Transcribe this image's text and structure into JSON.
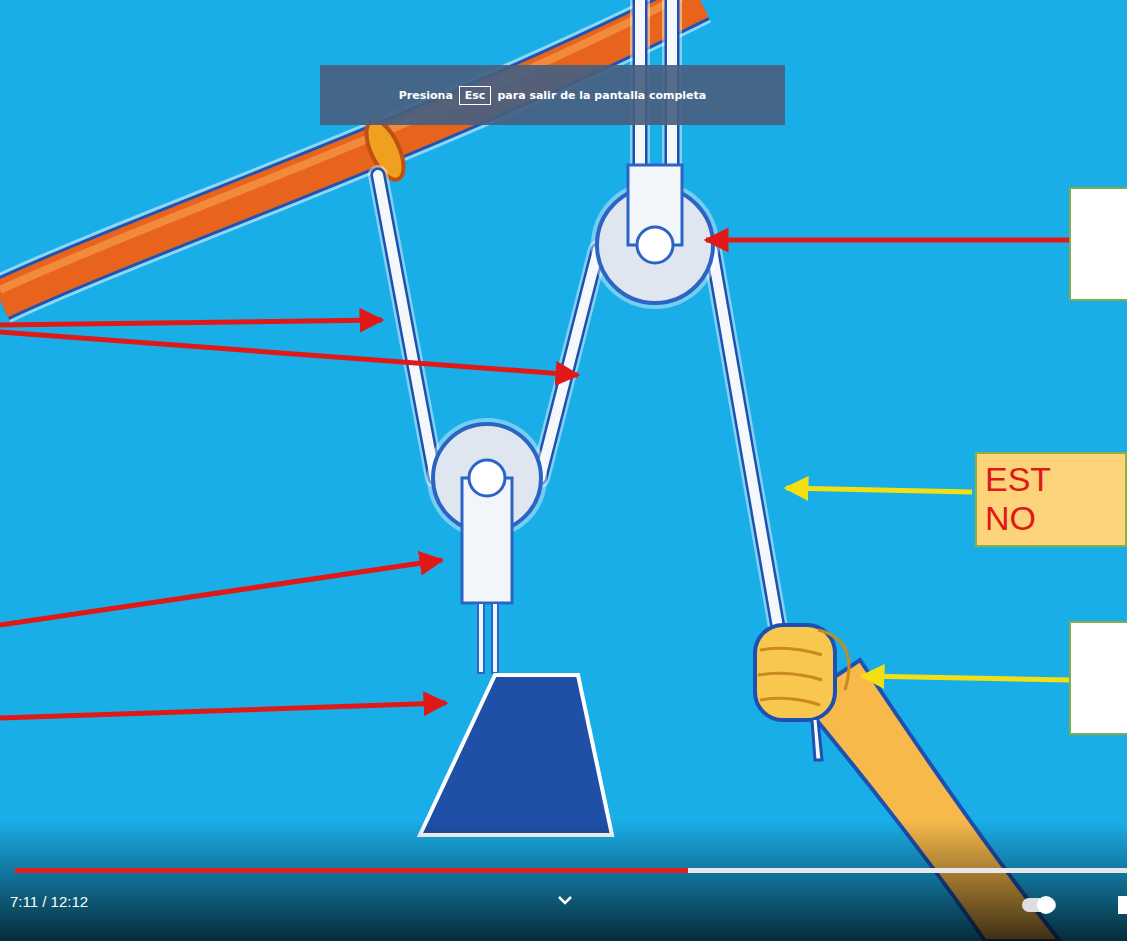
{
  "diagram": {
    "nodes": [
      {
        "text": [
          "Presiona",
          "para salir de la pantalla completa"
        ]
      },
      {
        "text": [
          "Esc"
        ],
        "in": 0
      },
      {
        "text": [
          "EST NO"
        ]
      }
    ],
    "labels": [
      "7:11 / 12:12"
    ]
  }
}
